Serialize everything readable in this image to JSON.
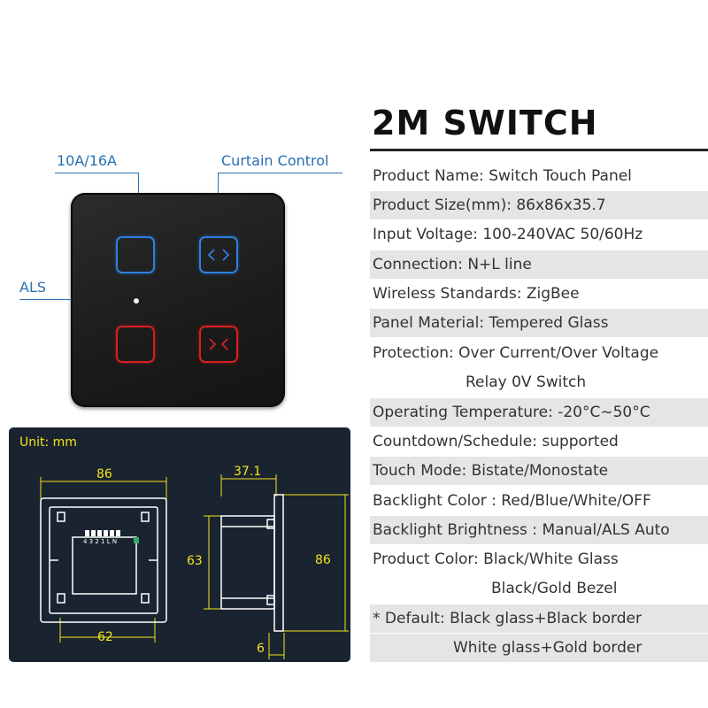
{
  "callouts": {
    "rating": "10A/16A",
    "curtain": "Curtain Control",
    "als": "ALS"
  },
  "icons": {
    "curtain_open": "curtain-open-icon",
    "curtain_close": "curtain-close-icon"
  },
  "colors": {
    "backlight_blue": "#2f7fe0",
    "backlight_red": "#d8201f",
    "callout_blue": "#2a6fb0",
    "dimension_yellow": "#f2e51c",
    "drawing_bg": "#1a2330"
  },
  "dimensions": {
    "unit": "Unit: mm",
    "width": "86",
    "bottom_width": "62",
    "height_inner": "63",
    "height": "86",
    "depth": "37.1",
    "thickness": "6",
    "terminal_labels": "4 3 2 1 L N"
  },
  "spec": {
    "title": "2M SWITCH",
    "rows": [
      "Product Name: Switch Touch Panel",
      "Product Size(mm): 86x86x35.7",
      "Input Voltage: 100-240VAC 50/60Hz",
      "Connection: N+L line",
      "Wireless Standards:  ZigBee",
      "Panel Material: Tempered Glass",
      "Protection: Over Current/Over Voltage",
      "Relay 0V Switch",
      "Operating Temperature: -20°C~50°C",
      "Countdown/Schedule: supported",
      "Touch Mode: Bistate/Monostate",
      "Backlight Color : Red/Blue/White/OFF",
      "Backlight Brightness : Manual/ALS Auto",
      "Product Color: Black/White Glass",
      "Black/Gold Bezel",
      "* Default: Black glass+Black border",
      "White glass+Gold border"
    ]
  }
}
